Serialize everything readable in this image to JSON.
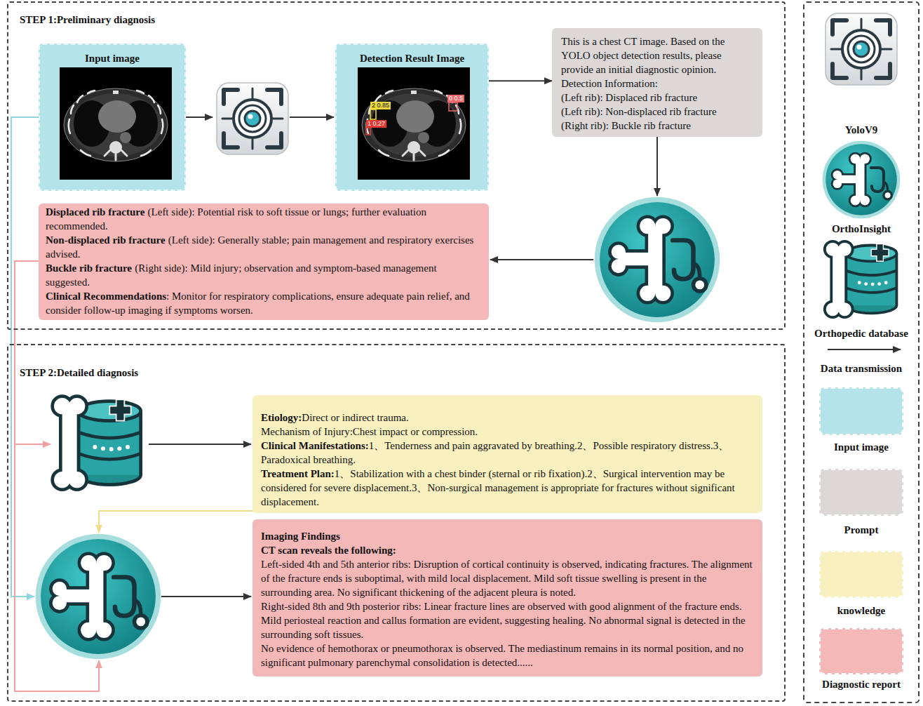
{
  "diagram": {
    "nodes": [
      {
        "text": [
          "STEP 1:Preliminary diagnosis"
        ]
      },
      {
        "text": [
          "Input image"
        ],
        "in": 0
      },
      {
        "text": [
          "Detection Result Image"
        ],
        "in": 0
      },
      {
        "text": [
          "This is a chest CT image. Based on the YOLO object detection results, please provide an initial diagnostic opinion.",
          "Detection Information:",
          "(Left rib): Displaced rib fracture",
          "(Left rib): Non-displaced rib fracture",
          "(Right rib): Buckle rib fracture"
        ],
        "in": 0
      },
      {
        "text": [
          "Displaced rib fracture",
          "(Left side): Potential risk to soft tissue or lungs; further evaluation recommended.",
          "Non-displaced rib fracture",
          "(Left side): Generally stable; pain management and respiratory exercises advised.",
          "Buckle rib fracture",
          "(Right side): Mild injury; observation and symptom-based management suggested.",
          "Clinical Recommendations",
          ": Monitor for respiratory complications, ensure adequate pain relief, and consider follow-up imaging if symptoms worsen."
        ],
        "in": 0
      },
      {
        "text": [
          "STEP 2:Detailed diagnosis"
        ]
      },
      {
        "text": [
          "Etiology:",
          "Direct or indirect trauma.",
          "Mechanism of Injury:Chest impact or compression.",
          "Clinical Manifestations:",
          "1、Tenderness and pain aggravated by breathing.2、Possible respiratory distress.3、Paradoxical breathing.",
          "Treatment Plan:",
          "1、Stabilization with a chest binder (sternal or rib fixation).2、Surgical intervention may be considered for severe displacement.3、Non-surgical management is appropriate for fractures without significant displacement."
        ],
        "in": 5
      },
      {
        "text": [
          "Imaging Findings",
          "CT scan reveals the following:",
          "Left-sided 4th and 5th anterior ribs: Disruption of cortical continuity is observed, indicating fractures. The alignment of the fracture ends is suboptimal, with mild local displacement. Mild soft tissue swelling is present in the surrounding area. No significant thickening of the adjacent pleura is noted.",
          "Right-sided 8th and 9th posterior ribs: Linear fracture lines are observed with good alignment of the fracture ends. Mild periosteal reaction and callus formation are evident, suggesting healing. No abnormal signal is detected in the surrounding soft tissues.",
          "No evidence of hemothorax or pneumothorax is observed. The mediastinum remains in its normal position, and no significant pulmonary parenchymal consolidation is detected......"
        ],
        "in": 5
      }
    ],
    "edges": [
      {
        "from": 2,
        "to": 3,
        "arrow": "to"
      }
    ],
    "labels": [
      "2 0.85",
      "1 0.27",
      "0 0.5"
    ],
    "legend": [
      {
        "text": "YoloV9"
      },
      {
        "text": "OrthoInsight"
      },
      {
        "text": "Orthopedic database"
      },
      {
        "text": "Data transmission"
      },
      {
        "text": "Input image",
        "color": "#b4e4ea"
      },
      {
        "text": "Prompt",
        "color": "#dcd8d8"
      },
      {
        "text": "knowledge",
        "color": "#f9f0c0"
      },
      {
        "text": "Diagnostic report",
        "color": "#f5b8b8"
      }
    ]
  }
}
